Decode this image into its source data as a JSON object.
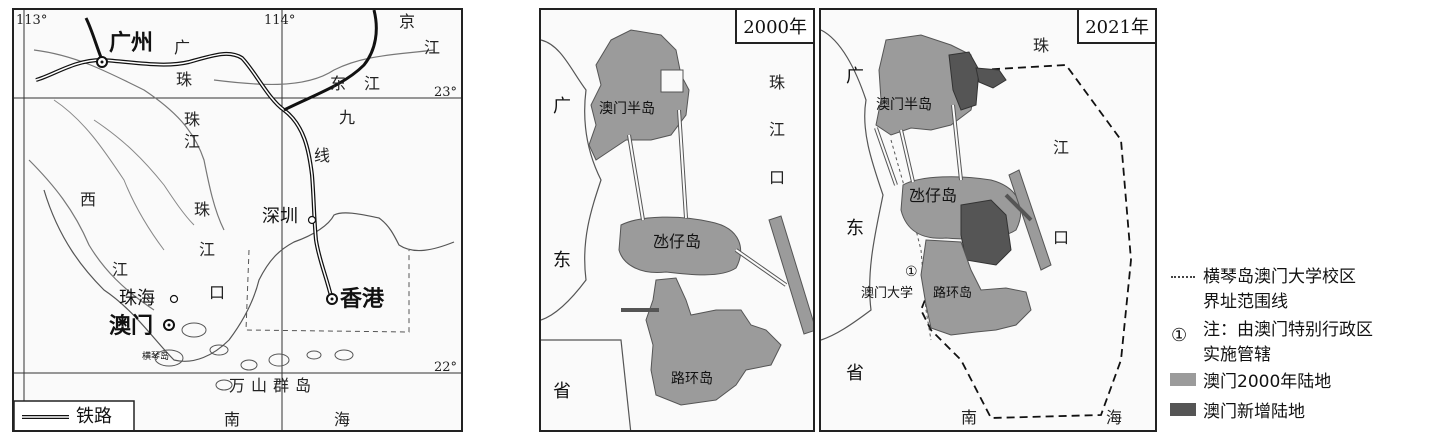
{
  "map1": {
    "lon_labels": [
      "113°",
      "114°"
    ],
    "lat_labels": [
      "23°",
      "22°"
    ],
    "cities": {
      "guangzhou": "广州",
      "shenzhen": "深圳",
      "hongkong": "香港",
      "zhuhai": "珠海",
      "macau": "澳门"
    },
    "river_chars": [
      "珠",
      "江",
      "东",
      "江",
      "珠",
      "江",
      "西",
      "江",
      "珠",
      "江",
      "口"
    ],
    "rail_chars": [
      "广",
      "京",
      "九",
      "线"
    ],
    "island_small": "横琴岛",
    "islands": "万山群岛",
    "sea": [
      "南",
      "海"
    ],
    "legend_rail": "铁路"
  },
  "map2": {
    "year": "2000年",
    "labels": {
      "peninsula": "澳门半岛",
      "taipa": "氹仔岛",
      "coloane": "路环岛"
    },
    "province": [
      "广",
      "东",
      "省"
    ],
    "estuary": [
      "珠",
      "江",
      "口"
    ]
  },
  "map3": {
    "year": "2021年",
    "labels": {
      "peninsula": "澳门半岛",
      "taipa": "氹仔岛",
      "coloane": "路环岛",
      "univ": "澳门大学",
      "marker": "①"
    },
    "province": [
      "广",
      "东",
      "省"
    ],
    "estuary": [
      "珠",
      "江",
      "口"
    ],
    "sea": [
      "南",
      "海"
    ]
  },
  "legend": {
    "campus_line": "横琴岛澳门大学校区",
    "campus_line2": "界址范围线",
    "note_marker": "①",
    "note_text": "注：由澳门特别行政区",
    "note_text2": "实施管辖",
    "land_2000": "澳门2000年陆地",
    "land_new": "澳门新增陆地",
    "colors": {
      "land_2000": "#9b9b9b",
      "land_new": "#555555",
      "water_bg": "#fafafa"
    }
  }
}
